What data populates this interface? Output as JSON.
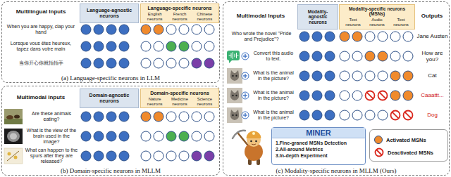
{
  "diagram": {
    "nodes": [
      {
        "text": [
          "(a) Language-specific neurons in LLM"
        ]
      },
      {
        "text": [
          "Language-agnostic neurons"
        ],
        "in": 0
      },
      {
        "text": [
          "Language-specific neurons",
          "English neurons",
          "French neurons",
          "Chinese neurons"
        ],
        "in": 0
      },
      {
        "text": [
          "(b) Domain-specific neurons in MLLM"
        ]
      },
      {
        "text": [
          "Domain-agnostic neurons"
        ],
        "in": 3
      },
      {
        "text": [
          "Domain-specific neurons",
          "Nature neurons",
          "Medicine neurons",
          "Science neurons"
        ],
        "in": 3
      },
      {
        "text": [
          "(c) Modality-specific neurons in MLLM (Ours)"
        ]
      },
      {
        "text": [
          "Modality-agnostic neurons"
        ],
        "in": 6
      },
      {
        "text": [
          "Modality-specific neurons (MSNs)",
          "Text neurons",
          "Audio neurons",
          "Text neurons"
        ],
        "in": 6
      },
      {
        "text": [
          "MINER",
          "1.Fine-graned MSNs Detection",
          "2.All-around Metrics",
          "3.In-depth Experiment"
        ],
        "in": 6
      }
    ],
    "labels": [
      "Multilingual Inputs",
      "When you are happy, clap your hand",
      "Lorsque vous êtes heureux, tapez dans votre main",
      "当你开心你就拍拍手",
      "Multimodal Inputs",
      "Are these animals eating?",
      "What is the view of the brain used in the image?",
      "What can happen to the spurs after they are released?",
      "Multimodal Inputs",
      "Outputs",
      "Who wrote the novel \"Pride and Prejudice\"?",
      "Convert this audio to text.",
      "What is the animal in the picture?",
      "What is the animal in the picture?",
      "What is the animal in the picture?",
      "Jane Austen",
      "How are you?",
      "Cat",
      "Caaattt...",
      "Dog"
    ],
    "legend": [
      {
        "text": "Activated MSNs",
        "color": "#f08a2c"
      },
      {
        "text": "Deactivated MSNs"
      }
    ]
  }
}
